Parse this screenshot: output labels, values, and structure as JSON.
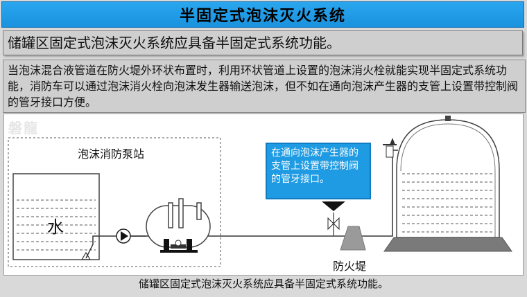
{
  "title": "半固定式泡沫灭火系统",
  "subtitle": "储罐区固定式泡沫灭火系统应具备半固定式系统功能。",
  "description": "当泡沫混合液管道在防火堤外环状布置时，利用环状管道上设置的泡沫消火栓就能实现半固定式系统功能，消防车可以通过泡沫消火栓向泡沫发生器输送泡沫，但不如在通向泡沫产生器的支管上设置带控制阀的管牙接口方便。",
  "diagram": {
    "watermark": "磐龍",
    "pump_station_label": "泡沫消防泵站",
    "water_label": "水",
    "callout": "在通向泡沫产生器的支管上设置带控制阀的管牙接口。",
    "dike_label": "防火堤",
    "colors": {
      "callout_bg": "#1e9be2",
      "title_bg": "#1a92df"
    }
  },
  "caption": "储罐区固定式泡沫灭火系统应具备半固定式系统功能。"
}
